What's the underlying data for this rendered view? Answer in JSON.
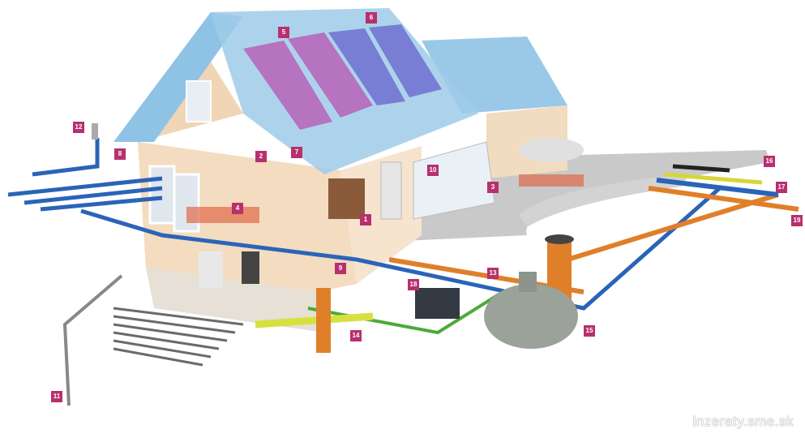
{
  "callouts": [
    "1",
    "2",
    "3",
    "4",
    "5",
    "6",
    "7",
    "8",
    "9",
    "10",
    "11",
    "12",
    "13",
    "14",
    "15",
    "16",
    "17",
    "18",
    "19"
  ],
  "watermark": "inzeraty.sme.sk",
  "colors": {
    "callout": "#b8306e",
    "water_pipe": "#2a64b8",
    "drain_pipe": "#e07f2a",
    "gas_pipe": "#4caa3a",
    "roof": "#8fc3e6",
    "wall": "#f3dcc0"
  }
}
